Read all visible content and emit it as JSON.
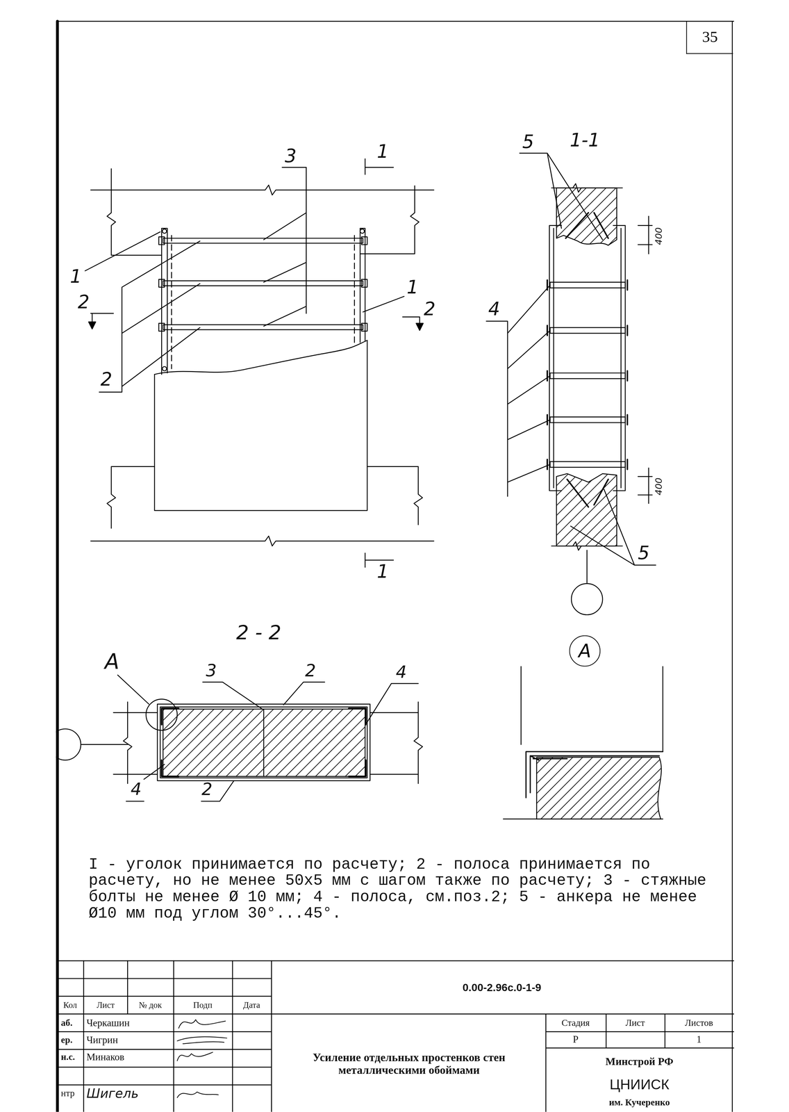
{
  "diagram": {
    "nodes": [
      {
        "text": [
          "35"
        ]
      },
      {
        "text": [
          "A"
        ]
      }
    ],
    "labels": [
      "3",
      "1",
      "1",
      "2",
      "1",
      "2",
      "2",
      "1",
      "5",
      "1-1",
      "400",
      "4",
      "400",
      "5",
      "2 - 2",
      "A",
      "3",
      "2",
      "4",
      "4",
      "2",
      "I - уголок принимается по расчету; 2 - полоса принимается по расчету, но не менее 50х5 мм с шагом также по расчету; 3 - стяжные болты не менее Ø 10 мм; 4 - полоса, см.поз.2; 5 - анкера не менее Ø10 мм под углом 30°...45°.",
      "0.00-2.96с.0-1-9",
      "Кол",
      "Лист",
      "№ док",
      "Подп",
      "Дата",
      "аб.",
      "Черкашин",
      "ер.",
      "Чигрин",
      "н.с.",
      "Минаков",
      "нтр",
      "Шигель",
      "Усиление отдельных простенков стен металлическими обоймами",
      "Стадия",
      "Лист",
      "Листов",
      "Р",
      "1",
      "Минстрой РФ",
      "ЦНИИСК",
      "им. Кучеренко"
    ]
  }
}
